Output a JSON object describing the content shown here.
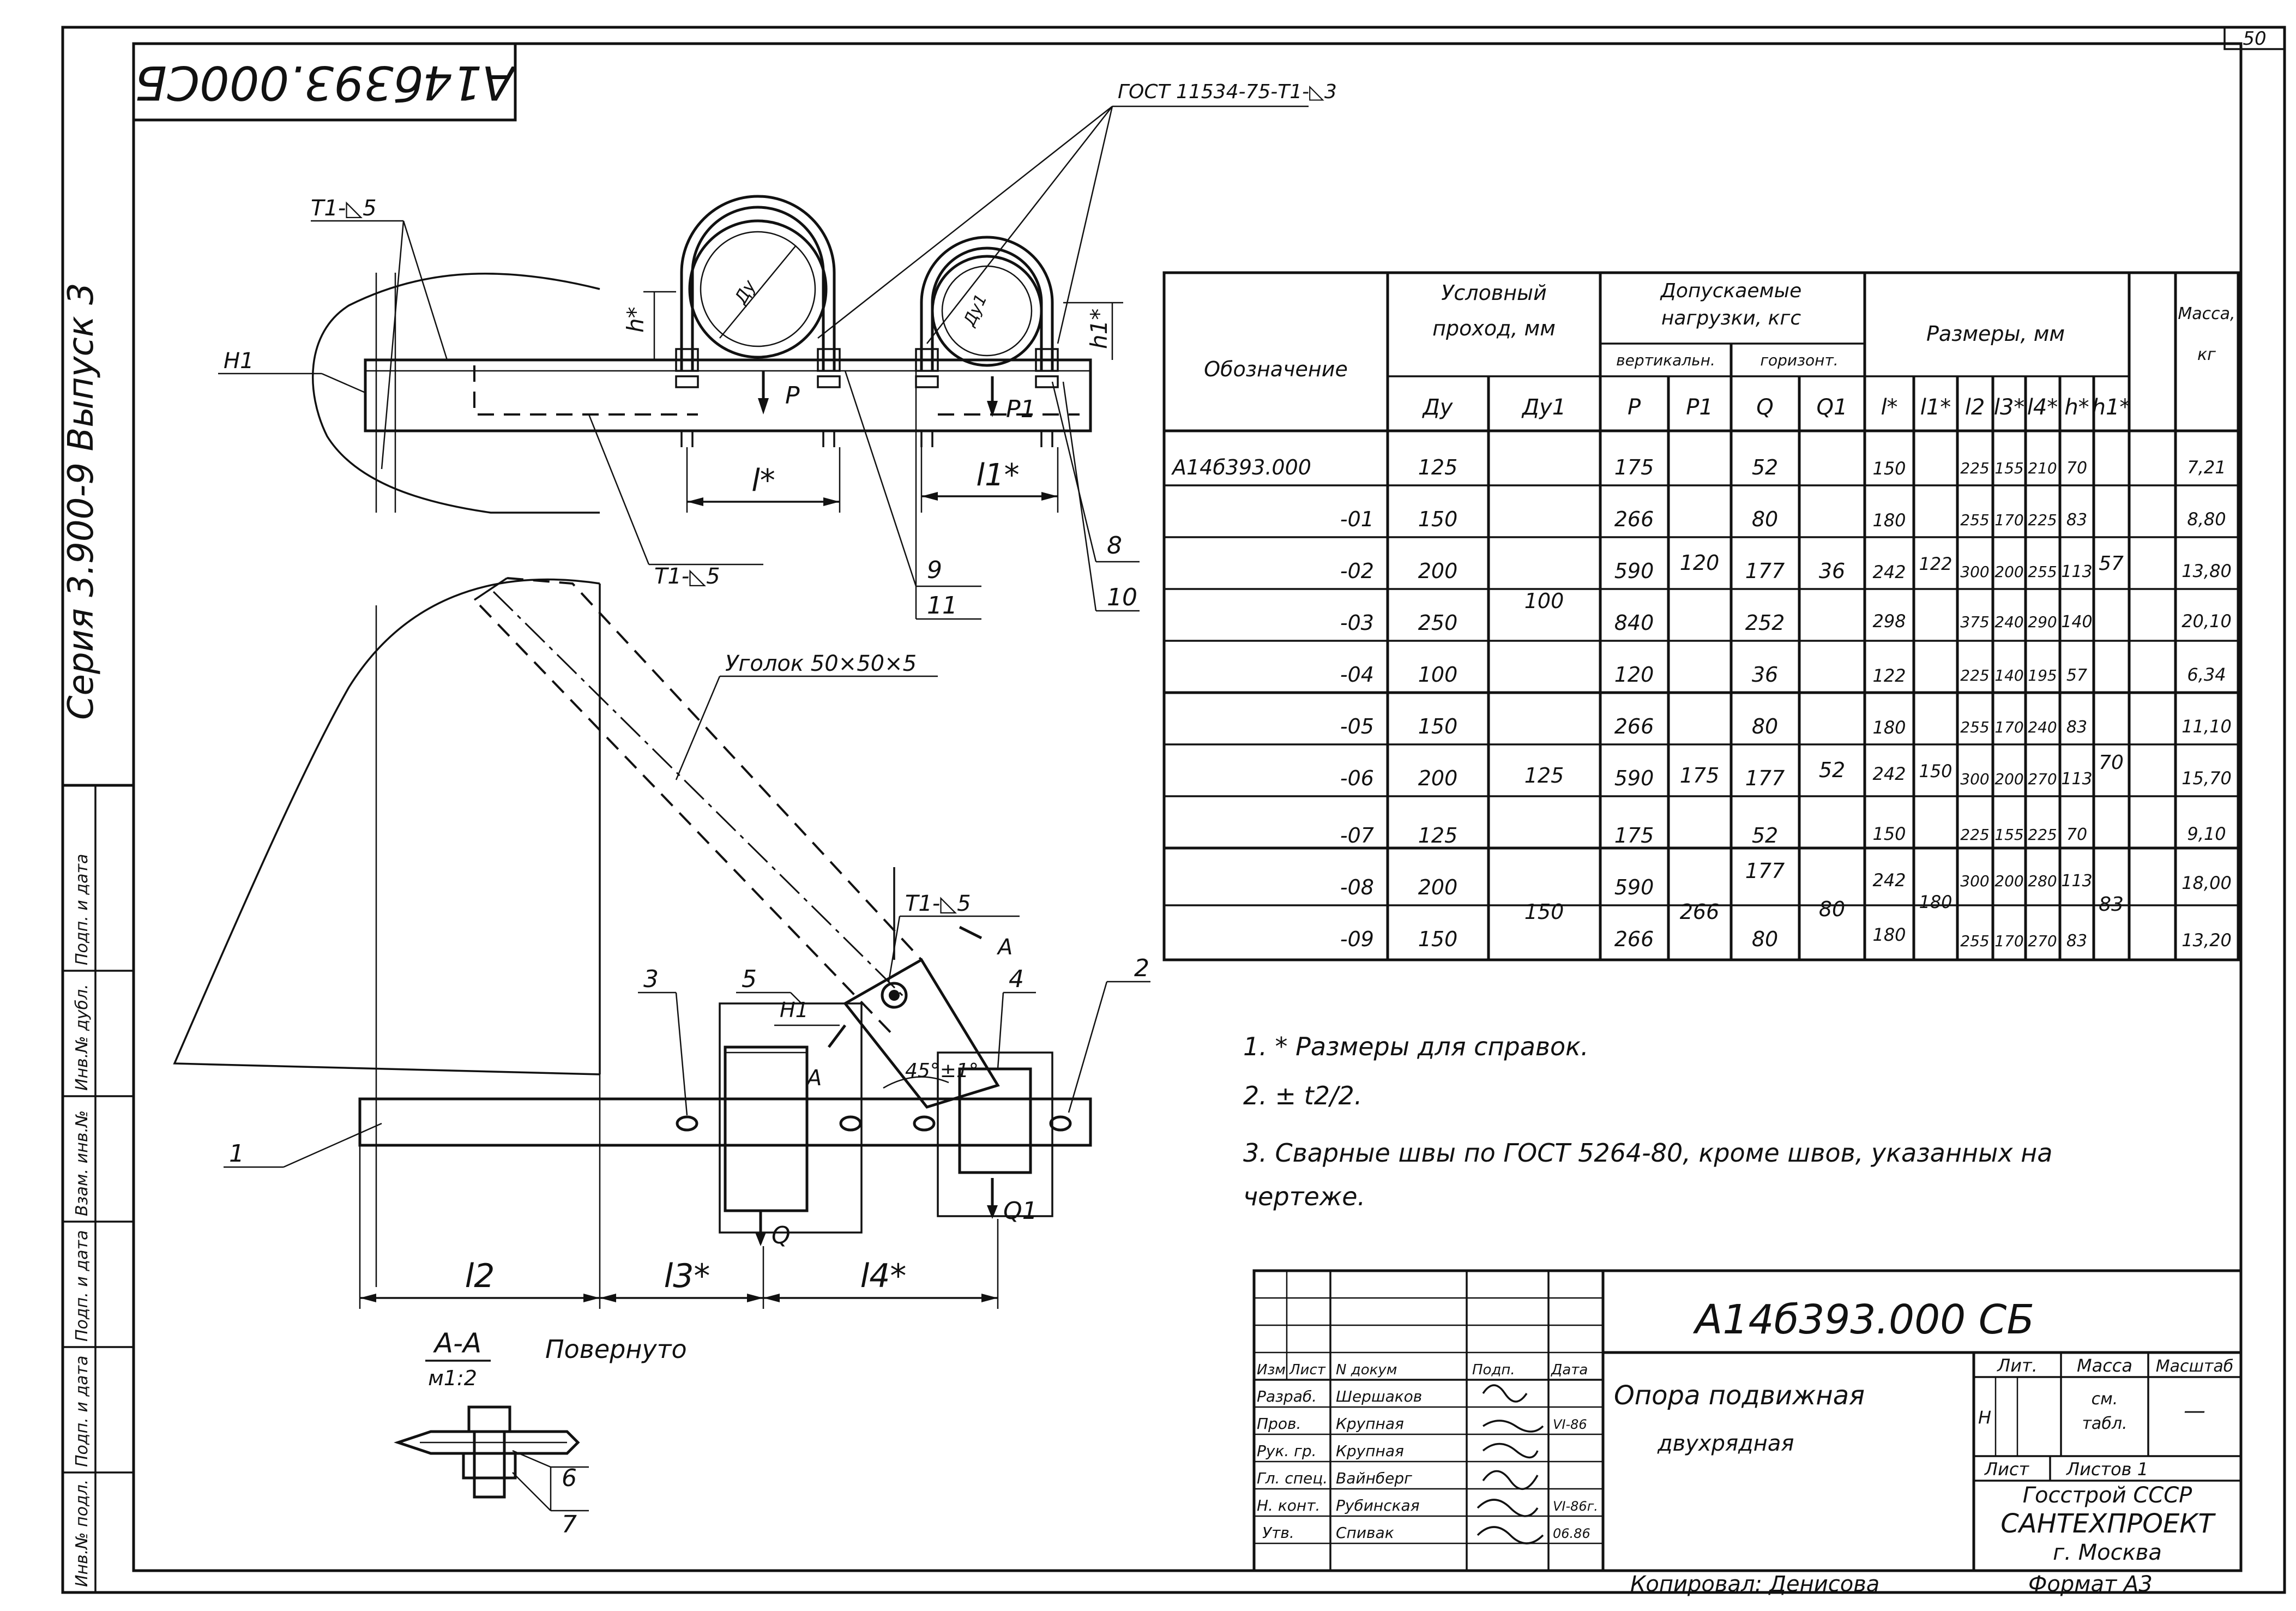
{
  "sheet": {
    "page_number": "50",
    "stamp_code": "А14б393.000СБ",
    "series_label": "Серия 3.900-9 Выпуск 3"
  },
  "margin": {
    "labels": [
      "Подп. и дата",
      "Инв.№ дубл.",
      "Взам. инв.№",
      "Подп. и дата",
      "Подп. и дата",
      "Инв.№ подл."
    ]
  },
  "top_view": {
    "du_label": "Ду",
    "du1_label": "Ду1",
    "p": "P",
    "p1": "P1",
    "h": "h*",
    "h1": "h1*",
    "l": "l*",
    "l1": "l1*",
    "weld_t1": "Т1-◺5",
    "weld_t1_b": "Т1-◺5",
    "h1_mark": "Н1",
    "gost": "ГОСТ 11534-75-Т1-◺3",
    "callouts": [
      "9",
      "11",
      "8",
      "10"
    ]
  },
  "side_view": {
    "q": "Q",
    "q1": "Q1",
    "angle": "45°±1°",
    "a_mark": "А",
    "weld_t1": "Т1-◺5",
    "h1_mark": "Н1",
    "angle_bar": "Уголок 50×50×5",
    "callouts": [
      "1",
      "3",
      "5",
      "4",
      "2"
    ],
    "l2": "l2",
    "l3": "l3*",
    "l4": "l4*"
  },
  "section": {
    "title": "А-А",
    "scale": "м1:2",
    "rotated": "Повернуто",
    "callouts": [
      "6",
      "7"
    ]
  },
  "table": {
    "headers": {
      "designation": "Обозначение",
      "nominal_line1": "Условный",
      "nominal_line2": "проход, мм",
      "loads_line1": "Допускаемые",
      "loads_line2": "нагрузки, кгс",
      "vertical": "вертикальн.",
      "horizontal": "горизонт.",
      "sizes": "Размеры, мм",
      "mass_line1": "Масса,",
      "mass_line2": "кг"
    },
    "columns": [
      "Ду",
      "Ду1",
      "P",
      "P1",
      "Q",
      "Q1",
      "l*",
      "l1*",
      "l2",
      "l3*",
      "l4*",
      "h*",
      "h1*"
    ],
    "rows": [
      {
        "designation": "А14б393.000",
        "du": "125",
        "p": "175",
        "q": "52",
        "l": "150",
        "l2": "225",
        "l3": "155",
        "l4": "210",
        "h": "70",
        "mass": "7,21"
      },
      {
        "designation": "-01",
        "du": "150",
        "p": "266",
        "q": "80",
        "l": "180",
        "l2": "255",
        "l3": "170",
        "l4": "225",
        "h": "83",
        "mass": "8,80"
      },
      {
        "designation": "-02",
        "du": "200",
        "p": "590",
        "q": "177",
        "l": "242",
        "l2": "300",
        "l3": "200",
        "l4": "255",
        "h": "113",
        "mass": "13,80"
      },
      {
        "designation": "-03",
        "du": "250",
        "p": "840",
        "q": "252",
        "l": "298",
        "l2": "375",
        "l3": "240",
        "l4": "290",
        "h": "140",
        "mass": "20,10"
      },
      {
        "designation": "-04",
        "du": "100",
        "p": "120",
        "q": "36",
        "l": "122",
        "l2": "225",
        "l3": "140",
        "l4": "195",
        "h": "57",
        "mass": "6,34"
      },
      {
        "designation": "-05",
        "du": "150",
        "p": "266",
        "q": "80",
        "l": "180",
        "l2": "255",
        "l3": "170",
        "l4": "240",
        "h": "83",
        "mass": "11,10"
      },
      {
        "designation": "-06",
        "du": "200",
        "p": "590",
        "q": "177",
        "l": "242",
        "l2": "300",
        "l3": "200",
        "l4": "270",
        "h": "113",
        "mass": "15,70"
      },
      {
        "designation": "-07",
        "du": "125",
        "p": "175",
        "q": "52",
        "l": "150",
        "l2": "225",
        "l3": "155",
        "l4": "225",
        "h": "70",
        "mass": "9,10"
      },
      {
        "designation": "-08",
        "du": "200",
        "p": "590",
        "q": "177",
        "l": "242",
        "l2": "300",
        "l3": "200",
        "l4": "280",
        "h": "113",
        "mass": "18,00"
      },
      {
        "designation": "-09",
        "du": "150",
        "p": "266",
        "q": "80",
        "l": "180",
        "l2": "255",
        "l3": "170",
        "l4": "270",
        "h": "83",
        "mass": "13,20"
      }
    ],
    "groups": [
      {
        "du1": "100",
        "p1": "120",
        "q1": "36",
        "l1": "122",
        "h1": "57"
      },
      {
        "du1": "125",
        "p1": "175",
        "q1": "52",
        "l1": "150",
        "h1": "70"
      },
      {
        "du1": "150",
        "p1": "266",
        "q1": "80",
        "l1": "180",
        "h1": "83"
      }
    ]
  },
  "notes": [
    "1. * Размеры для справок.",
    "2. ± t2/2.",
    "3. Сварные швы по ГОСТ 5264-80, кроме швов, указанных на",
    "чертеже."
  ],
  "title_block": {
    "code": "А14б393.000 СБ",
    "title_line1": "Опора подвижная",
    "title_line2": "двухрядная",
    "lit": "Лит.",
    "mass": "Масса",
    "scale": "Масштаб",
    "lit_value": "Н",
    "mass_value_1": "см.",
    "mass_value_2": "табл.",
    "scale_value": "—",
    "sheet": "Лист",
    "sheets": "Листов 1",
    "org_line1": "Госстрой СССР",
    "org_line2": "САНТЕХПРОЕКТ",
    "org_line3": "г. Москва",
    "header": [
      "Изм",
      "Лист",
      "N докум",
      "Подп.",
      "Дата"
    ],
    "rows": [
      {
        "role": "Разраб.",
        "name": "Шершаков",
        "date": ""
      },
      {
        "role": "Пров.",
        "name": "Крупная",
        "date": "VI-86"
      },
      {
        "role": "Рук. гр.",
        "name": "Крупная",
        "date": ""
      },
      {
        "role": "Гл. спец.",
        "name": "Вайнберг",
        "date": ""
      },
      {
        "role": "Н. конт.",
        "name": "Рубинская",
        "date": "VI-86г."
      },
      {
        "role": "Утв.",
        "name": "Спивак",
        "date": "06.86"
      }
    ]
  },
  "footer": {
    "copied_by": "Копировал: Денисова",
    "format": "Формат А3"
  }
}
